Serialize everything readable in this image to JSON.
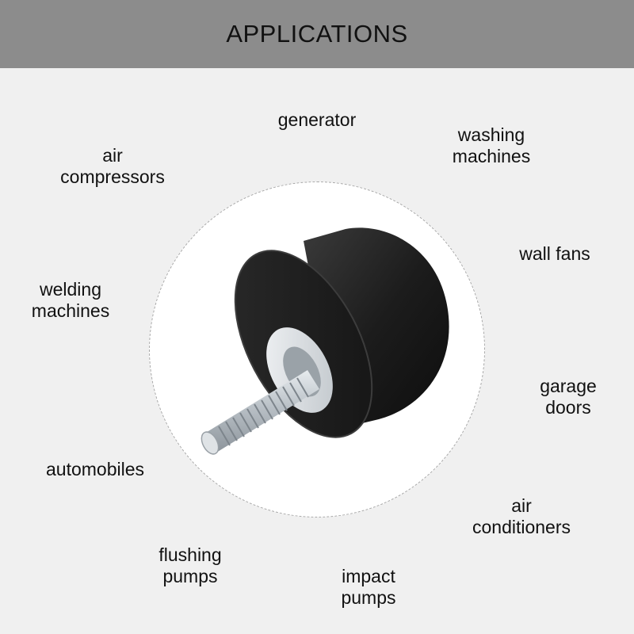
{
  "header": {
    "title": "APPLICATIONS"
  },
  "applications": {
    "generator": "generator",
    "washing_machines": "washing\nmachines",
    "air_compressors": "air\ncompressors",
    "wall_fans": "wall fans",
    "welding_machines": "welding\nmachines",
    "garage_doors": "garage\ndoors",
    "automobiles": "automobiles",
    "air_conditioners": "air\nconditioners",
    "flushing_pumps": "flushing\npumps",
    "impact_pumps": "impact\npumps"
  },
  "product": {
    "name": "rubber-mount-with-threaded-stud",
    "colors": {
      "rubber": "#1a1a1a",
      "metal": "#c9cfd4",
      "accent_bg": "#ffffff"
    }
  }
}
